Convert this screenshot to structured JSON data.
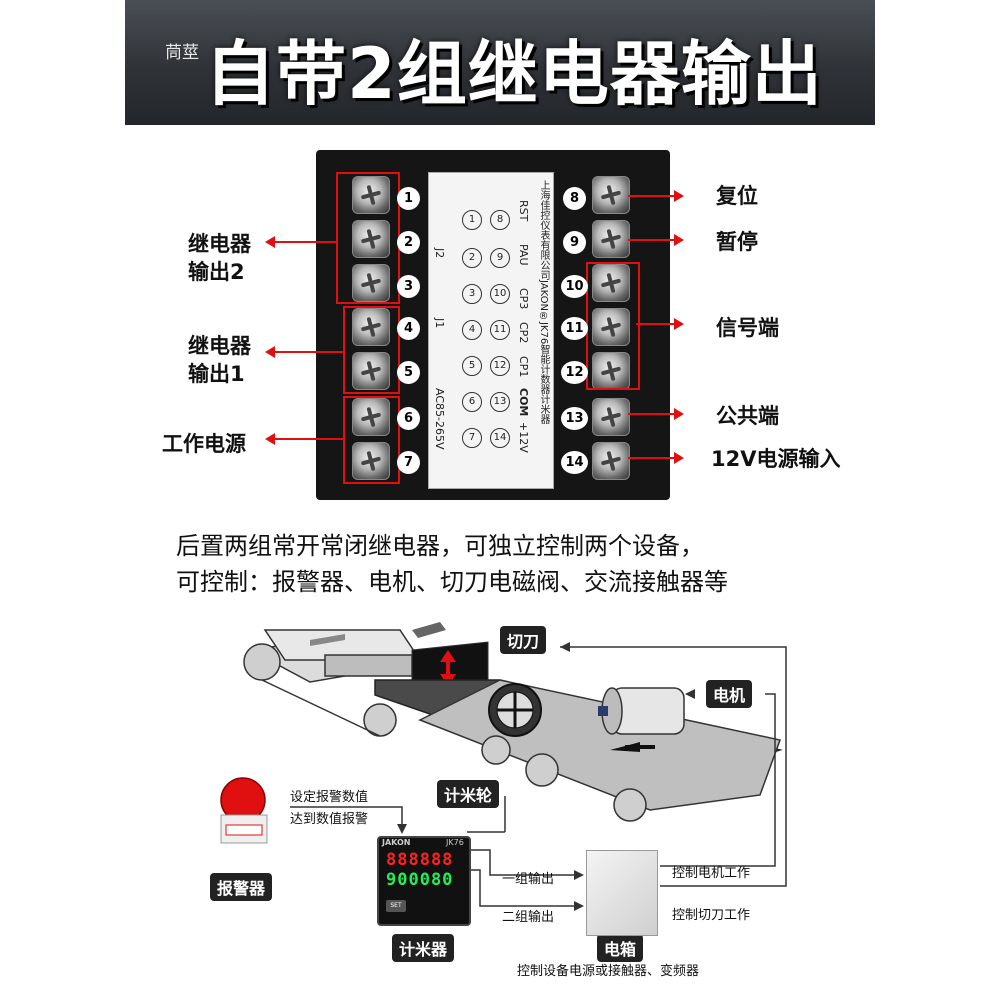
{
  "banner": {
    "watermark": "茼莖",
    "headline": "自带2组继电器输出"
  },
  "device": {
    "terminals_left": [
      "1",
      "2",
      "3",
      "4",
      "5",
      "6",
      "7"
    ],
    "terminals_right": [
      "8",
      "9",
      "10",
      "11",
      "12",
      "13",
      "14"
    ],
    "plate": {
      "title": "上海佳控仪表有限公司JAKON®JK76智能计数器计米器",
      "pins": [
        "RST",
        "PAU",
        "CP3",
        "CP2",
        "CP1",
        "COM",
        "+12V"
      ],
      "j2": "J2",
      "j1": "J1",
      "power": "AC85-265V",
      "left_nums": [
        "1",
        "2",
        "3",
        "4",
        "5",
        "6",
        "7"
      ],
      "right_nums": [
        "8",
        "9",
        "10",
        "11",
        "12",
        "13",
        "14"
      ]
    }
  },
  "callouts": {
    "relay2_line1": "继电器",
    "relay2_line2": "输出2",
    "relay1_line1": "继电器",
    "relay1_line2": "输出1",
    "power": "工作电源",
    "reset": "复位",
    "pause": "暂停",
    "signal": "信号端",
    "common": "公共端",
    "v12": "12V电源输入"
  },
  "description": {
    "line1": "后置两组常开常闭继电器，可独立控制两个设备，",
    "line2": "可控制：报警器、电机、切刀电磁阀、交流接触器等"
  },
  "diagram": {
    "cutter": "切刀",
    "motor": "电机",
    "meter_wheel": "计米轮",
    "alarm": "报警器",
    "counter": "计米器",
    "ebox": "电箱",
    "set_alarm": "设定报警数值",
    "reach_alarm": "达到数值报警",
    "out1": "一组输出",
    "out2": "二组输出",
    "ctrl_motor": "控制电机工作",
    "ctrl_cutter": "控制切刀工作",
    "ctrl_device": "控制设备电源或接触器、变频器",
    "counter_brand": "JAKON",
    "counter_model": "JK76",
    "counter_top": "888888",
    "counter_bottom": "900080",
    "counter_btn": "SET"
  },
  "colors": {
    "accent_red": "#e01010",
    "banner_dark": "#2f3338",
    "digit_red": "#ff2020",
    "digit_green": "#22ee55"
  }
}
